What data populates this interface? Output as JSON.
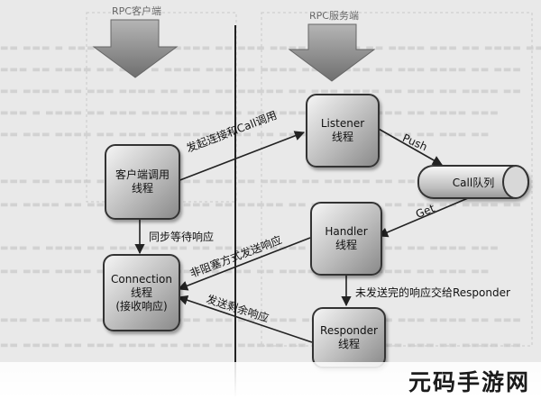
{
  "client_side_label": "RPC客户端",
  "server_side_label": "RPC服务端",
  "nodes": {
    "client_thread": {
      "line1": "客户端调用",
      "line2": "线程"
    },
    "connection": {
      "line1": "Connection",
      "line2": "线程",
      "line3": "(接收响应)"
    },
    "listener": {
      "line1": "Listener",
      "line2": "线程"
    },
    "handler": {
      "line1": "Handler",
      "line2": "线程"
    },
    "responder": {
      "line1": "Responder",
      "line2": "线程"
    },
    "call_queue": "Call队列"
  },
  "edges": {
    "initiate_call": "发起连接和Call调用",
    "sync_wait": "同步等待响应",
    "async_send": "非阻塞方式发送响应",
    "send_remaining": "发送剩余响应",
    "push": "Push",
    "get": "Get",
    "unsent_to_responder": "未发送完的响应交给Responder"
  },
  "watermark": "元码手游网",
  "colors": {
    "background": "#e9e9e9",
    "line": "#222222",
    "node_dark": "#8a8a8a"
  }
}
